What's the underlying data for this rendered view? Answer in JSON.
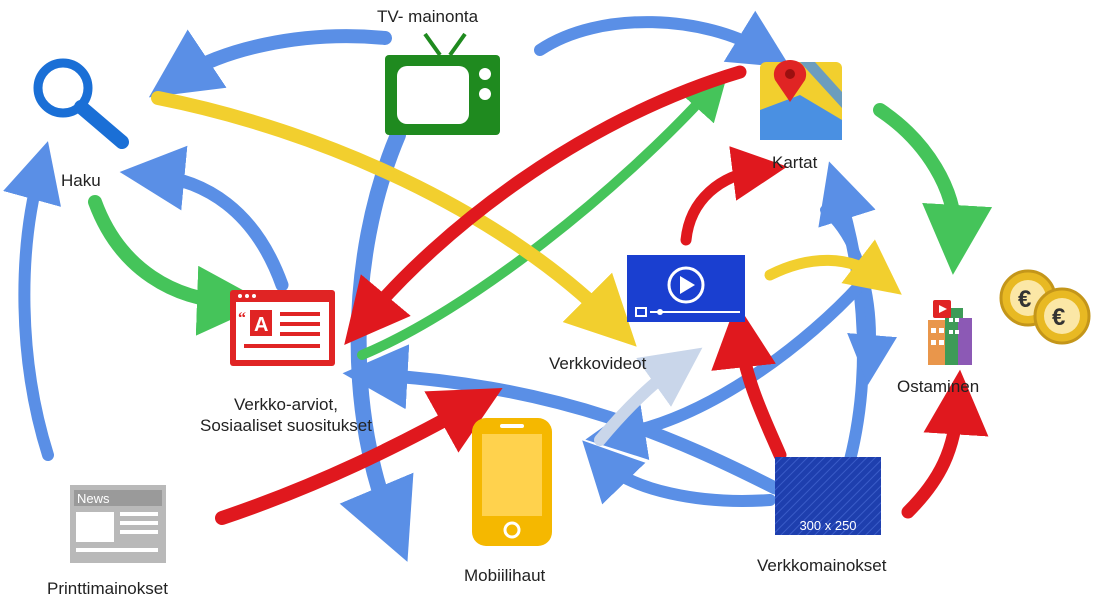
{
  "nodes": {
    "tv": {
      "label": "TV- mainonta",
      "icon": "tv-icon",
      "color": "#1f8a1f"
    },
    "haku": {
      "label": "Haku",
      "icon": "search-icon",
      "color": "#1a6fd6"
    },
    "kartat": {
      "label": "Kartat",
      "icon": "map-icon"
    },
    "arviot": {
      "label_line1": "Verkko-arviot,",
      "label_line2": "Sosiaaliset suositukset",
      "icon": "review-page-icon",
      "color": "#e02424"
    },
    "videot": {
      "label": "Verkkovideot",
      "icon": "video-player-icon",
      "color": "#1a3fd0"
    },
    "ostaminen": {
      "label": "Ostaminen",
      "icon": "shop-building-icon"
    },
    "euro": {
      "icon": "euro-coins-icon",
      "color": "#e8b923"
    },
    "mobiili": {
      "label": "Mobiilihaut",
      "icon": "smartphone-icon",
      "color": "#f5b800"
    },
    "printti": {
      "label": "Printtimainokset",
      "icon": "newspaper-icon",
      "badge": "News"
    },
    "verkkomainokset": {
      "label": "Verkkomainokset",
      "icon": "banner-ad-icon",
      "size_text": "300 x 250",
      "color": "#1e3fae"
    }
  },
  "arrow_colors": {
    "blue": "#5a8fe6",
    "green": "#45c45a",
    "red": "#e0181e",
    "yellow": "#f2cf2e",
    "light": "#c9d6ea"
  }
}
